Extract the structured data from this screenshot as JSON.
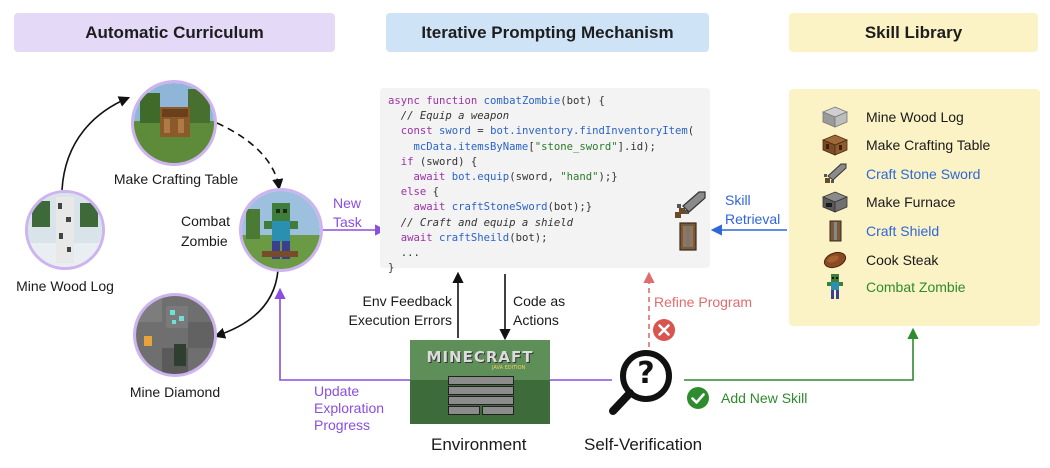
{
  "headers": {
    "curriculum": "Automatic Curriculum",
    "prompting": "Iterative Prompting Mechanism",
    "library": "Skill Library"
  },
  "curriculum": {
    "nodes": {
      "mine_wood_log": "Mine Wood Log",
      "make_crafting_table": "Make Crafting Table",
      "combat_zombie": "Combat\nZombie",
      "mine_diamond": "Mine Diamond"
    },
    "new_task": "New\nTask",
    "update_progress": "Update\nExploration\nProgress"
  },
  "code_lines": [
    [
      [
        "kw",
        "async function "
      ],
      [
        "fn",
        "combatZombie"
      ],
      [
        "p",
        "(bot) {"
      ]
    ],
    [
      [
        "cm",
        "  // Equip a weapon"
      ]
    ],
    [
      [
        "kw",
        "  const "
      ],
      [
        "fn",
        "sword"
      ],
      [
        "p",
        " = "
      ],
      [
        "fn",
        "bot.inventory.findInventoryItem"
      ],
      [
        "p",
        "("
      ]
    ],
    [
      [
        "fn",
        "    mcData.itemsByName"
      ],
      [
        "p",
        "["
      ],
      [
        "str",
        "\"stone_sword\""
      ],
      [
        "p",
        "].id);"
      ]
    ],
    [
      [
        "kw",
        "  if "
      ],
      [
        "p",
        "(sword) {"
      ]
    ],
    [
      [
        "kw",
        "    await "
      ],
      [
        "fn",
        "bot.equip"
      ],
      [
        "p",
        "(sword, "
      ],
      [
        "str",
        "\"hand\""
      ],
      [
        "p",
        ");}"
      ]
    ],
    [
      [
        "kw",
        "  else "
      ],
      [
        "p",
        "{"
      ]
    ],
    [
      [
        "kw",
        "    await "
      ],
      [
        "fn",
        "craftStoneSword"
      ],
      [
        "p",
        "(bot);}"
      ]
    ],
    [
      [
        "cm",
        "  // Craft and equip a shield"
      ]
    ],
    [
      [
        "kw",
        "  await "
      ],
      [
        "fn",
        "craftSheild"
      ],
      [
        "p",
        "(bot);"
      ]
    ],
    [
      [
        "p",
        "  ..."
      ]
    ],
    [
      [
        "p",
        "}"
      ]
    ]
  ],
  "flows": {
    "env_feedback": "Env Feedback\nExecution Errors",
    "code_as_actions": "Code as\nActions",
    "refine_program": "Refine Program",
    "skill_retrieval": "Skill\nRetrieval",
    "add_new_skill": "Add New Skill"
  },
  "environment": {
    "label": "Environment",
    "game_title": "MINECRAFT",
    "edition": "JAVA EDITION"
  },
  "verification": {
    "label": "Self-Verification",
    "icon_glyph": "?"
  },
  "skill_library": [
    {
      "label": "Mine Wood  Log",
      "color": "#1a1a1a",
      "icon": "wood-log-icon"
    },
    {
      "label": "Make Crafting Table",
      "color": "#1a1a1a",
      "icon": "crafting-table-icon"
    },
    {
      "label": "Craft Stone Sword",
      "color": "#2f66d8",
      "icon": "stone-sword-icon"
    },
    {
      "label": "Make Furnace",
      "color": "#1a1a1a",
      "icon": "furnace-icon"
    },
    {
      "label": "Craft Shield",
      "color": "#2f66d8",
      "icon": "shield-icon"
    },
    {
      "label": "Cook Steak",
      "color": "#1a1a1a",
      "icon": "steak-icon"
    },
    {
      "label": "Combat Zombie",
      "color": "#2e8b2e",
      "icon": "zombie-icon"
    }
  ],
  "colors": {
    "curriculum_header": "#e4d9f6",
    "prompting_header": "#cfe3f6",
    "library_header": "#fbf3c5",
    "purple": "#8a4ee0",
    "blue": "#2f66d8",
    "red": "#e06c6c",
    "green": "#2e8b2e"
  }
}
